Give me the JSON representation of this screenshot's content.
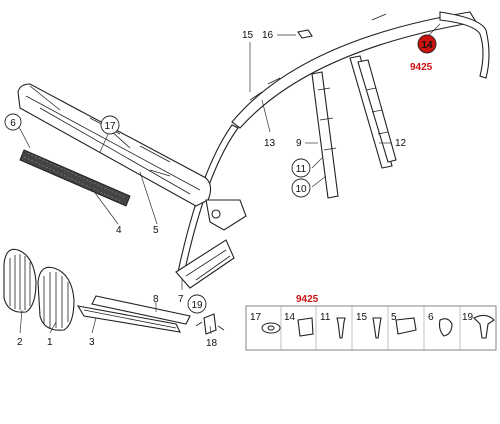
{
  "callouts": {
    "c1": "1",
    "c2": "2",
    "c3": "3",
    "c4": "4",
    "c5": "5",
    "c6": "6",
    "c7": "7",
    "c8": "8",
    "c9": "9",
    "c10": "10",
    "c11": "11",
    "c12": "12",
    "c13": "13",
    "c14": "14",
    "c15": "15",
    "c16": "16",
    "c17": "17",
    "c18": "18",
    "c19": "19"
  },
  "kit": {
    "code": "9425",
    "items": [
      "17",
      "14",
      "11",
      "15",
      "5",
      "6",
      "19"
    ]
  },
  "top_code": "9425",
  "colors": {
    "highlight": "#cc1111",
    "line": "#222222"
  }
}
